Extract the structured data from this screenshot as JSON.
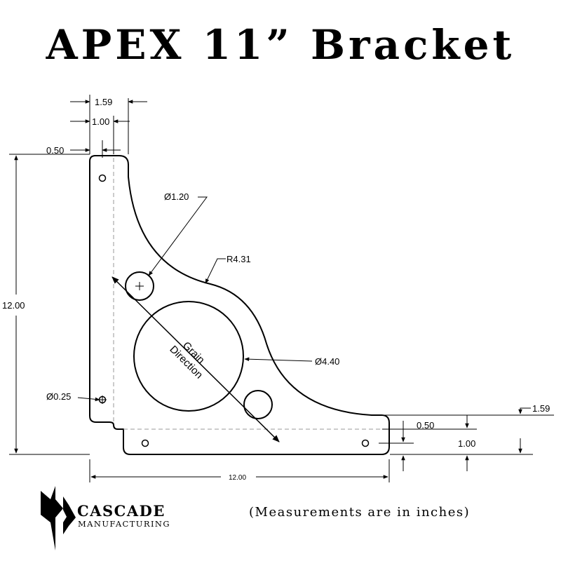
{
  "title": "APEX 11” Bracket",
  "dimensions": {
    "top_width_outer": "1.59",
    "top_width_inner": "1.00",
    "top_hole_offset": "0.50",
    "hole_small_dia": "Ø1.20",
    "radius": "R4.31",
    "height": "12.00",
    "large_hole_dia": "Ø4.40",
    "mount_hole_dia": "Ø0.25",
    "right_height_outer": "1.59",
    "right_hole_offset": "0.50",
    "right_height_inner": "1.00",
    "bottom_width": "12.00"
  },
  "grain_label_line1": "Grain",
  "grain_label_line2": "Direction",
  "logo": {
    "name": "CASCADE",
    "subtitle": "MANUFACTURING"
  },
  "units_note": "(Measurements are in inches)"
}
